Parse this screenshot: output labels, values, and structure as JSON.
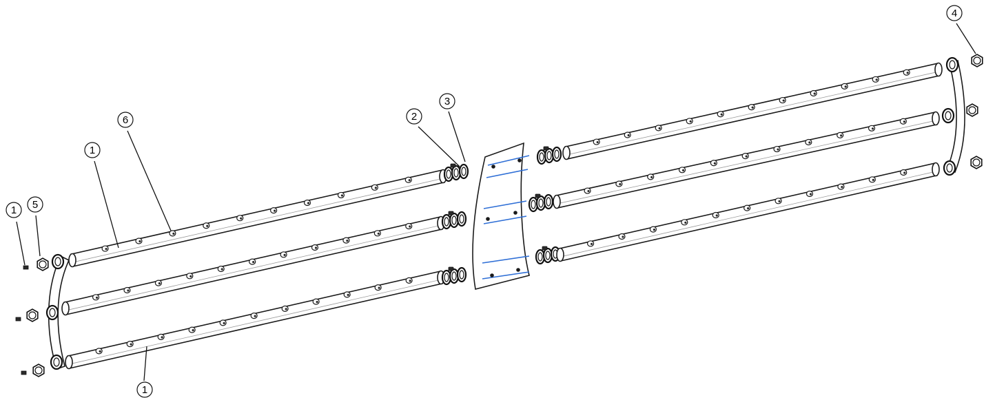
{
  "drawing": {
    "balloons": [
      {
        "id": "b-1a",
        "label": "1"
      },
      {
        "id": "b-5",
        "label": "5"
      },
      {
        "id": "b-1b",
        "label": "1"
      },
      {
        "id": "b-6",
        "label": "6"
      },
      {
        "id": "b-1c",
        "label": "1"
      },
      {
        "id": "b-2",
        "label": "2"
      },
      {
        "id": "b-3",
        "label": "3"
      },
      {
        "id": "b-4",
        "label": "4"
      }
    ]
  }
}
